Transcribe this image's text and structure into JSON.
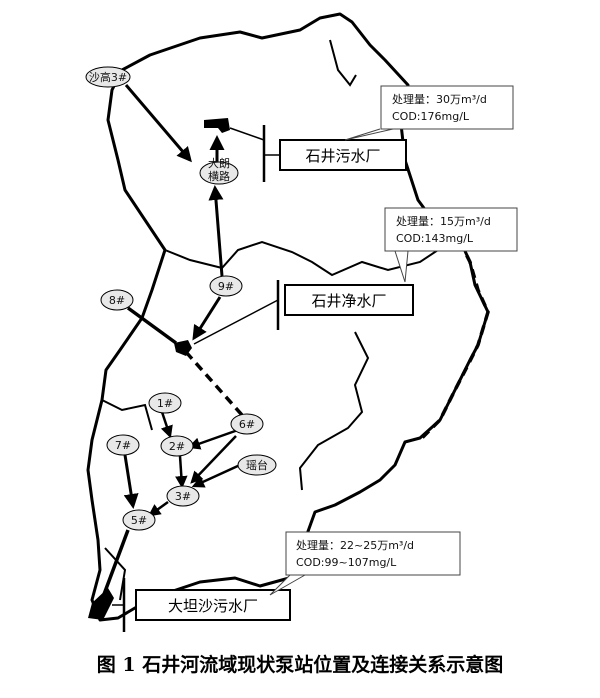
{
  "caption": "图 1  石井河流域现状泵站位置及连接关系示意图",
  "nodes": {
    "gaosan": "沙高3#",
    "daluang": "大朗",
    "daluang2": "横路",
    "n9": "9#",
    "n8": "8#",
    "n1": "1#",
    "n2": "2#",
    "n6": "6#",
    "n7": "7#",
    "n3": "3#",
    "n5": "5#",
    "yaotai": "瑶台"
  },
  "plants": {
    "shijing_sewage": "石井污水厂",
    "shijing_water": "石井净水厂",
    "datansha": "大坦沙污水厂"
  },
  "info": {
    "shijing_sewage": {
      "line1": "处理量：30万m³/d",
      "line2": "COD:176mg/L"
    },
    "shijing_water": {
      "line1": "处理量：15万m³/d",
      "line2": "COD:143mg/L"
    },
    "datansha": {
      "line1": "处理量：22~25万m³/d",
      "line2": "COD:99~107mg/L"
    }
  }
}
